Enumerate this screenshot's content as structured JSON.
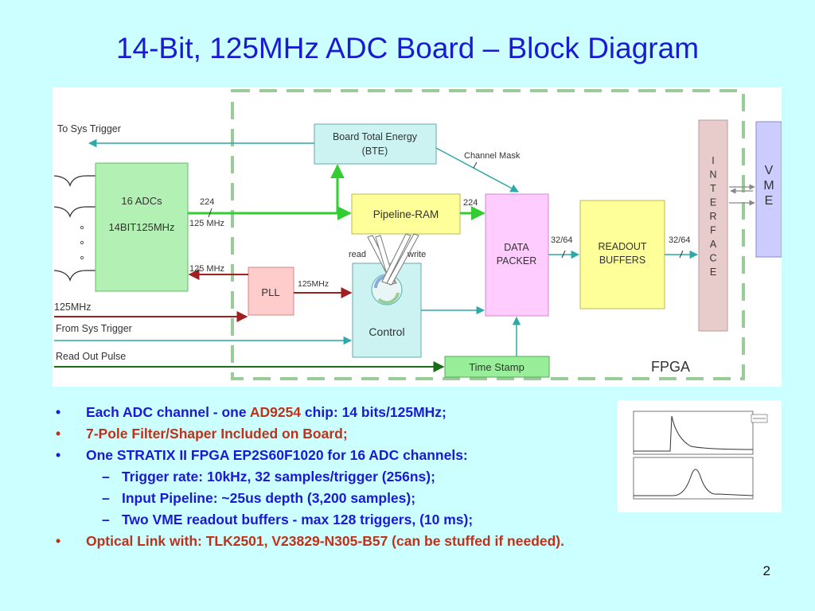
{
  "title": "14-Bit, 125MHz ADC Board – Block Diagram",
  "diagram": {
    "fpga_label": "FPGA",
    "blocks": {
      "adcs": [
        "16 ADCs",
        "14BIT125MHz"
      ],
      "bte": [
        "Board Total Energy",
        "(BTE)"
      ],
      "pipeline_ram": "Pipeline-RAM",
      "pll": "PLL",
      "control": "Control",
      "data_packer": [
        "DATA",
        "PACKER"
      ],
      "readout_buffers": [
        "READOUT",
        "BUFFERS"
      ],
      "time_stamp": "Time Stamp",
      "interface_letters": [
        "I",
        "N",
        "T",
        "E",
        "R",
        "F",
        "A",
        "C",
        "E"
      ],
      "vme_letters": [
        "V",
        "M",
        "E"
      ]
    },
    "signals": {
      "to_sys_trigger": "To Sys Trigger",
      "clk_in": "125MHz",
      "from_sys_trigger": "From Sys Trigger",
      "read_out_pulse": "Read Out Pulse",
      "channel_mask": "Channel Mask",
      "bus_224_a": "224",
      "bus_224_b": "224",
      "clk_125_a": "125 MHz",
      "clk_125_b": "125 MHz",
      "pll_out": "125MHz",
      "read": "read",
      "write": "write",
      "bus_32_64_a": "32/64",
      "bus_32_64_b": "32/64"
    }
  },
  "bullets": [
    {
      "level": 1,
      "parts": [
        {
          "text": "Each ADC channel - one ",
          "color": "blue"
        },
        {
          "text": "AD9254",
          "color": "red"
        },
        {
          "text": " chip: 14 bits/125MHz;",
          "color": "blue"
        }
      ]
    },
    {
      "level": 1,
      "parts": [
        {
          "text": "7-Pole Filter/Shaper Included on Board;",
          "color": "red"
        }
      ]
    },
    {
      "level": 1,
      "parts": [
        {
          "text": "One STRATIX II FPGA EP2S60F1020 for 16 ADC channels:",
          "color": "blue"
        }
      ]
    },
    {
      "level": 2,
      "parts": [
        {
          "text": "Trigger rate: 10kHz, 32 samples/trigger (256ns);",
          "color": "blue"
        }
      ]
    },
    {
      "level": 2,
      "parts": [
        {
          "text": "Input Pipeline: ~25us depth (3,200 samples);",
          "color": "blue"
        }
      ]
    },
    {
      "level": 2,
      "parts": [
        {
          "text": "Two VME readout buffers - max 128 triggers, (10 ms);",
          "color": "blue"
        }
      ]
    },
    {
      "level": 1,
      "parts": [
        {
          "text": "Optical Link with: TLK2501, V23829-N305-B57 (can be stuffed if needed).",
          "color": "red"
        }
      ]
    }
  ],
  "page_number": "2"
}
